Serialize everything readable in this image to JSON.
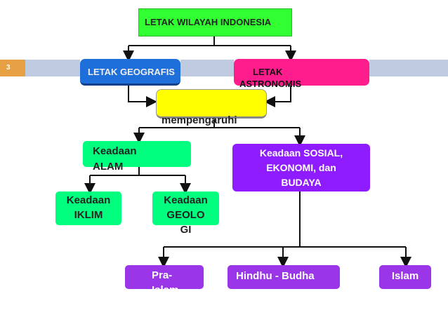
{
  "slide": {
    "number": "3"
  },
  "nodes": {
    "title": "LETAK WILAYAH INDONESIA",
    "geografis": "LETAK GEOGRAFIS",
    "astronomis_line1": "LETAK",
    "astronomis_line2": "ASTRONOMIS",
    "mempengaruhi": "mempengaruhi",
    "alam": "Keadaan\nALAM",
    "sosial": "Keadaan SOSIAL,\nEKONOMI, dan\nBUDAYA",
    "iklim": "Keadaan\nIKLIM",
    "geolo": "Keadaan\nGEOLO\nGI",
    "pra": "Pra-\nIslam",
    "hindu": "Hindhu - Budha",
    "islam": "Islam"
  },
  "colors": {
    "title_bg": "#32FF32",
    "geografis_bg": "#1E6FD9",
    "astronomis_bg": "#FF1C8C",
    "mempengaruhi_bg": "#FFFF00",
    "alam_bg": "#00FF7F",
    "sosial_bg": "#8F1CFF",
    "era_bg": "#9B35E8",
    "slide_number_bg": "#E8A044",
    "header_rule": "#BFCBE0"
  }
}
